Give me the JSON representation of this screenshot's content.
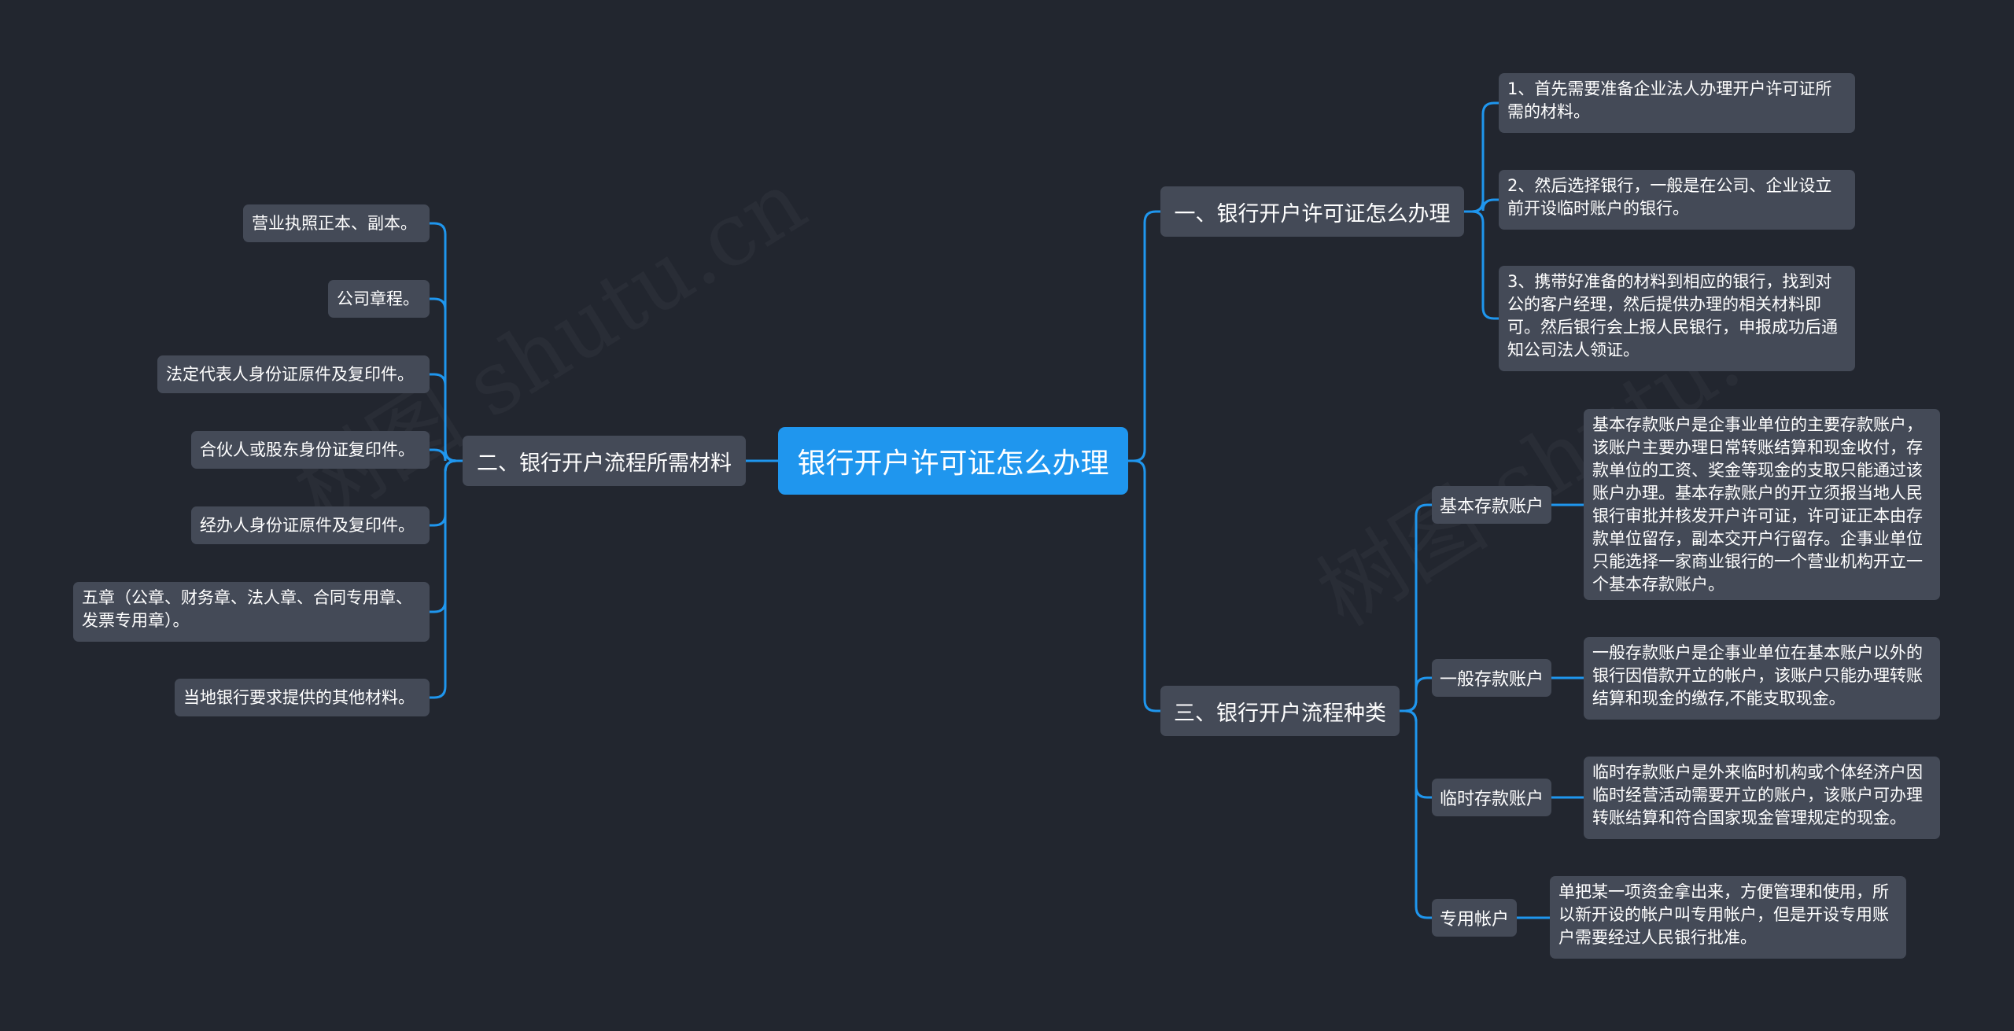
{
  "mindmap": {
    "root": "银行开户许可证怎么办理",
    "branch1": {
      "title": "一、银行开户许可证怎么办理",
      "items": [
        "1、首先需要准备企业法人办理开户许可证所需的材料。",
        "2、然后选择银行，一般是在公司、企业设立前开设临时账户的银行。",
        "3、携带好准备的材料到相应的银行，找到对公的客户经理，然后提供办理的相关材料即可。然后银行会上报人民银行，申报成功后通知公司法人领证。"
      ]
    },
    "branch2": {
      "title": "二、银行开户流程所需材料",
      "items": [
        "营业执照正本、副本。",
        "公司章程。",
        "法定代表人身份证原件及复印件。",
        "合伙人或股东身份证复印件。",
        "经办人身份证原件及复印件。",
        "五章（公章、财务章、法人章、合同专用章、发票专用章）。",
        "当地银行要求提供的其他材料。"
      ]
    },
    "branch3": {
      "title": "三、银行开户流程种类",
      "types": [
        {
          "name": "基本存款账户",
          "desc": "基本存款账户是企事业单位的主要存款账户，该账户主要办理日常转账结算和现金收付，存款单位的工资、奖金等现金的支取只能通过该账户办理。基本存款账户的开立须报当地人民银行审批并核发开户许可证，许可证正本由存款单位留存，副本交开户行留存。企事业单位只能选择一家商业银行的一个营业机构开立一个基本存款账户。"
        },
        {
          "name": "一般存款账户",
          "desc": "一般存款账户是企事业单位在基本账户以外的银行因借款开立的帐户，该账户只能办理转账结算和现金的缴存,不能支取现金。"
        },
        {
          "name": "临时存款账户",
          "desc": "临时存款账户是外来临时机构或个体经济户因临时经营活动需要开立的账户，该账户可办理转账结算和符合国家现金管理规定的现金。"
        },
        {
          "name": "专用帐户",
          "desc": "单把某一项资金拿出来，方便管理和使用，所以新开设的帐户叫专用帐户，但是开设专用账户需要经过人民银行批准。"
        }
      ]
    }
  },
  "watermarks": [
    "树图 shutu.cn",
    "树图 shutu.cn"
  ],
  "colors": {
    "background": "#22262f",
    "node": "#444a57",
    "root": "#1f96ee",
    "link": "#1f96ee"
  }
}
